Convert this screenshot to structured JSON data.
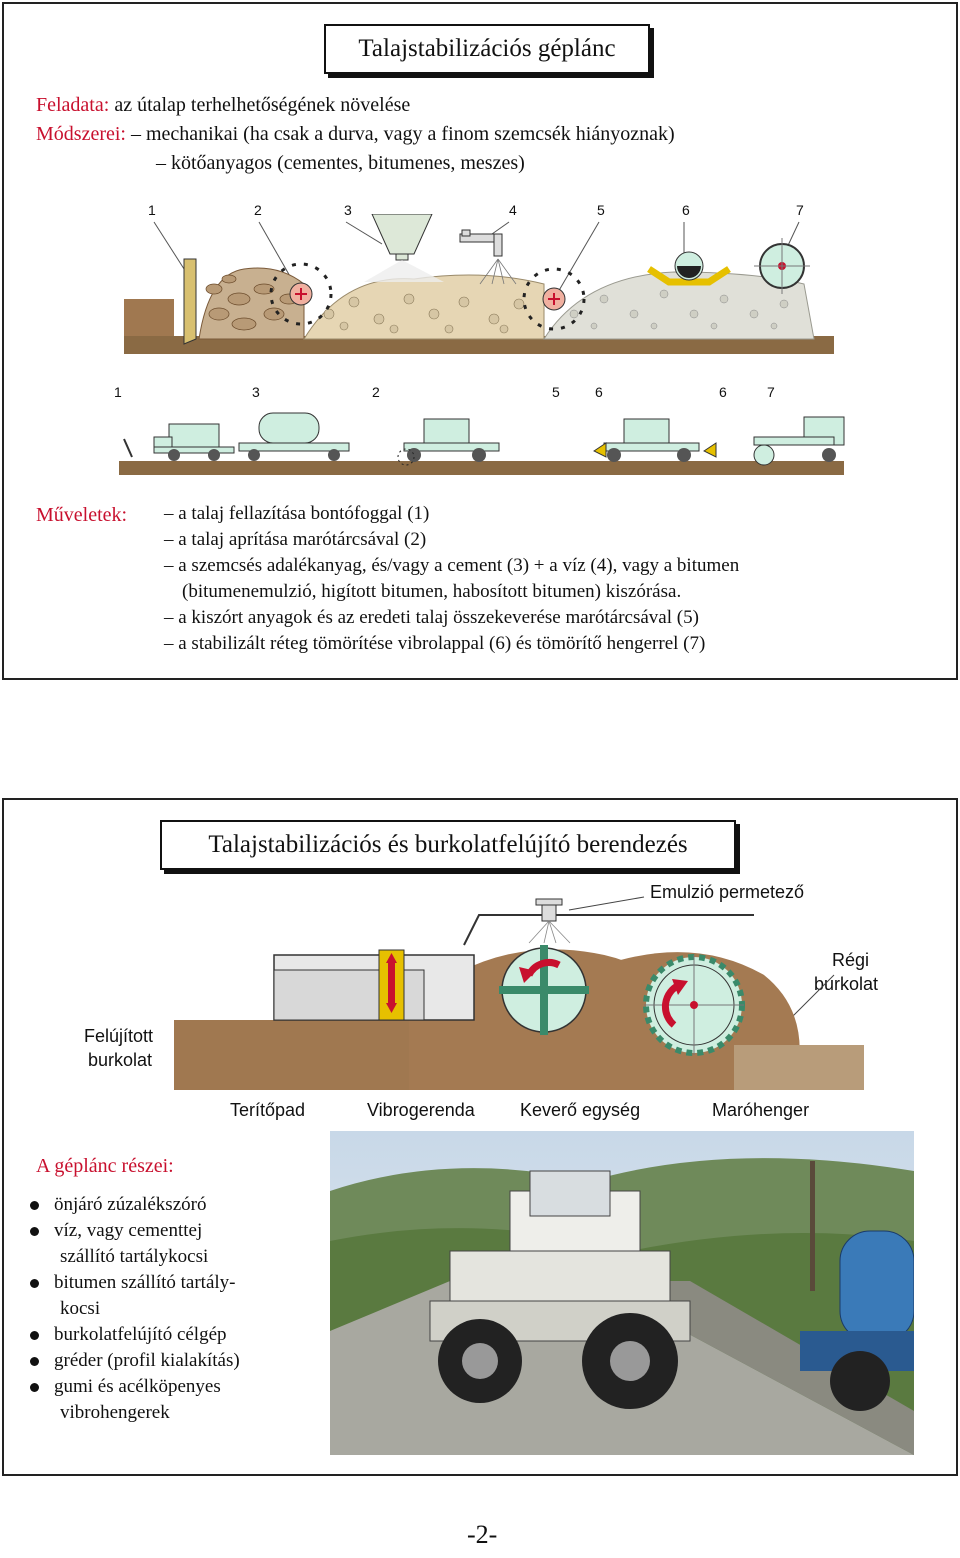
{
  "section1": {
    "title": "Talajstabilizációs géplánc",
    "task_label": "Feladata:",
    "task_text": "az útalap terhelhetőségének növelése",
    "methods_label": "Módszerei:",
    "method1": "– mechanikai (ha csak a durva, vagy a finom szemcsék hiányoznak)",
    "method2": "– kötőanyagos (cementes, bitumenes, meszes)",
    "top_numbers": [
      "1",
      "2",
      "3",
      "4",
      "5",
      "6",
      "7"
    ],
    "machine_numbers": [
      "1",
      "3",
      "2",
      "5",
      "6",
      "6",
      "7"
    ],
    "ops_label": "Műveletek:",
    "ops": [
      "– a talaj fellazítása bontófoggal (1)",
      "– a talaj aprítása marótárcsával (2)",
      "– a szemcsés adalékanyag, és/vagy a cement (3) + a víz (4), vagy a bitumen",
      "(bitumenemulzió, higított bitumen, habosított bitumen) kiszórása.",
      "– a kiszórt anyagok és az eredeti talaj összekeverése marótárcsával (5)",
      "– a stabilizált réteg tömörítése vibrolappal (6) és tömörítő hengerrel (7)"
    ]
  },
  "section2": {
    "title": "Talajstabilizációs és burkolatfelújító berendezés",
    "labels": {
      "emulsion": "Emulzió permetező",
      "old_pavement_1": "Régi",
      "old_pavement_2": "burkolat",
      "renewed_1": "Felújított",
      "renewed_2": "burkolat",
      "screed": "Terítőpad",
      "vibrobeam": "Vibrogerenda",
      "mixer": "Keverő egység",
      "milling": "Maróhenger"
    },
    "parts_label": "A géplánc részei:",
    "parts": [
      {
        "text": "önjáró zúzalékszóró"
      },
      {
        "text": "víz, vagy cementtej",
        "cont": "szállító tartálykocsi"
      },
      {
        "text": "bitumen szállító tartály-",
        "cont": "kocsi"
      },
      {
        "text": "burkolatfelújító célgép"
      },
      {
        "text": "gréder (profil kialakítás)"
      },
      {
        "text": "gumi és acélköpenyes",
        "cont": "vibrohengerek"
      }
    ]
  },
  "page_number": "-2-",
  "colors": {
    "accent_red": "#c8102e",
    "soil_brown": "#a07850",
    "machine_mint": "#cfeee0"
  }
}
